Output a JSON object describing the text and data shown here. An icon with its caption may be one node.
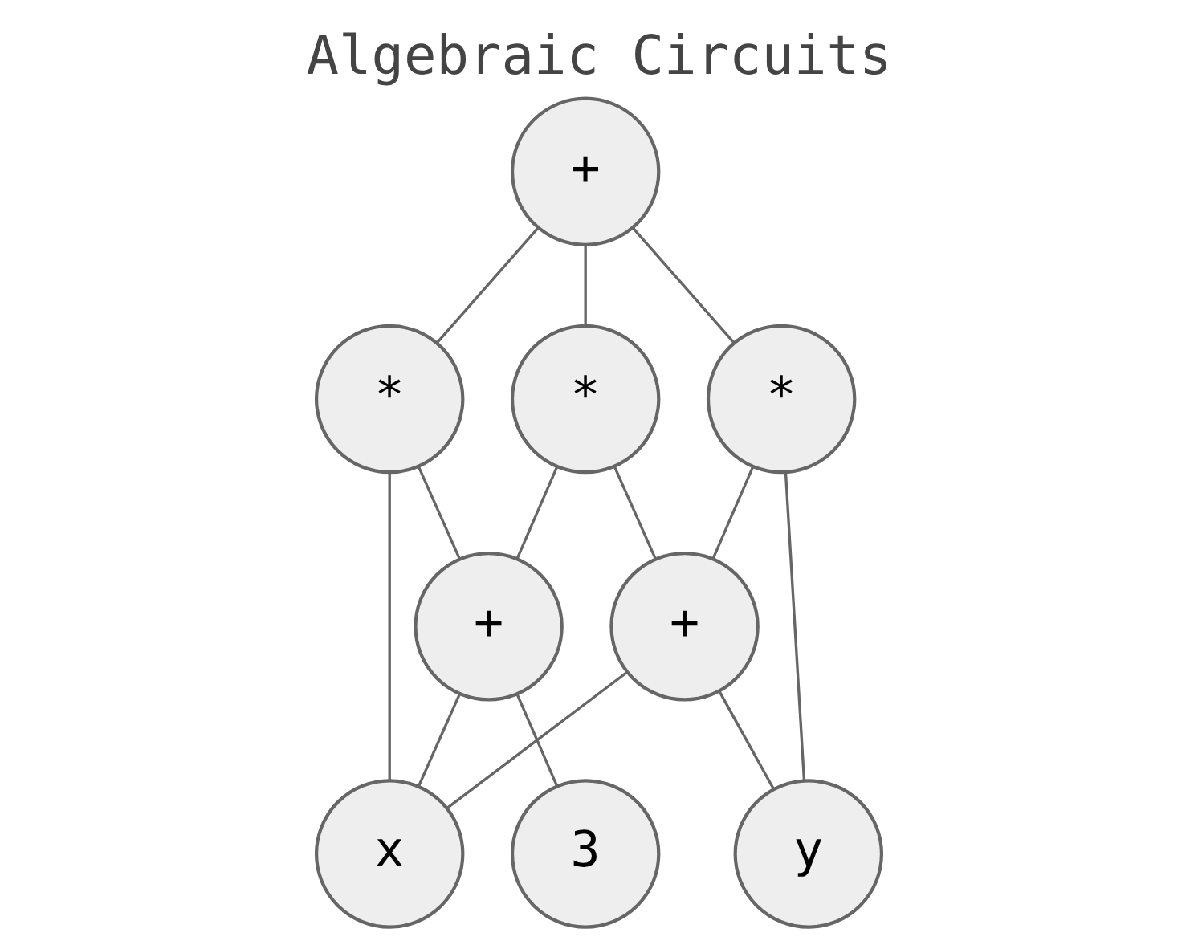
{
  "diagram": {
    "title": "Algebraic Circuits",
    "nodes": [
      {
        "text": [
          "+"
        ]
      },
      {
        "text": [
          "*"
        ]
      },
      {
        "text": [
          "*"
        ]
      },
      {
        "text": [
          "*"
        ]
      },
      {
        "text": [
          "+"
        ]
      },
      {
        "text": [
          "+"
        ]
      },
      {
        "text": [
          "3"
        ]
      },
      {
        "text": [
          "x"
        ]
      },
      {
        "text": [
          "y"
        ]
      }
    ],
    "edges": [
      {
        "from": 0,
        "to": 1,
        "arrow": "none"
      },
      {
        "from": 0,
        "to": 2,
        "arrow": "none"
      },
      {
        "from": 0,
        "to": 3,
        "arrow": "none"
      },
      {
        "from": 1,
        "to": 4,
        "arrow": "none"
      },
      {
        "from": 1,
        "to": 5,
        "arrow": "none"
      },
      {
        "from": 2,
        "to": 4,
        "arrow": "none"
      },
      {
        "from": 2,
        "to": 7,
        "arrow": "none"
      },
      {
        "from": 3,
        "to": 5,
        "arrow": "none"
      },
      {
        "from": 3,
        "to": 8,
        "arrow": "none"
      },
      {
        "from": 4,
        "to": 6,
        "arrow": "none"
      },
      {
        "from": 4,
        "to": 7,
        "arrow": "none"
      },
      {
        "from": 5,
        "to": 7,
        "arrow": "none"
      },
      {
        "from": 5,
        "to": 8,
        "arrow": "none"
      }
    ]
  }
}
